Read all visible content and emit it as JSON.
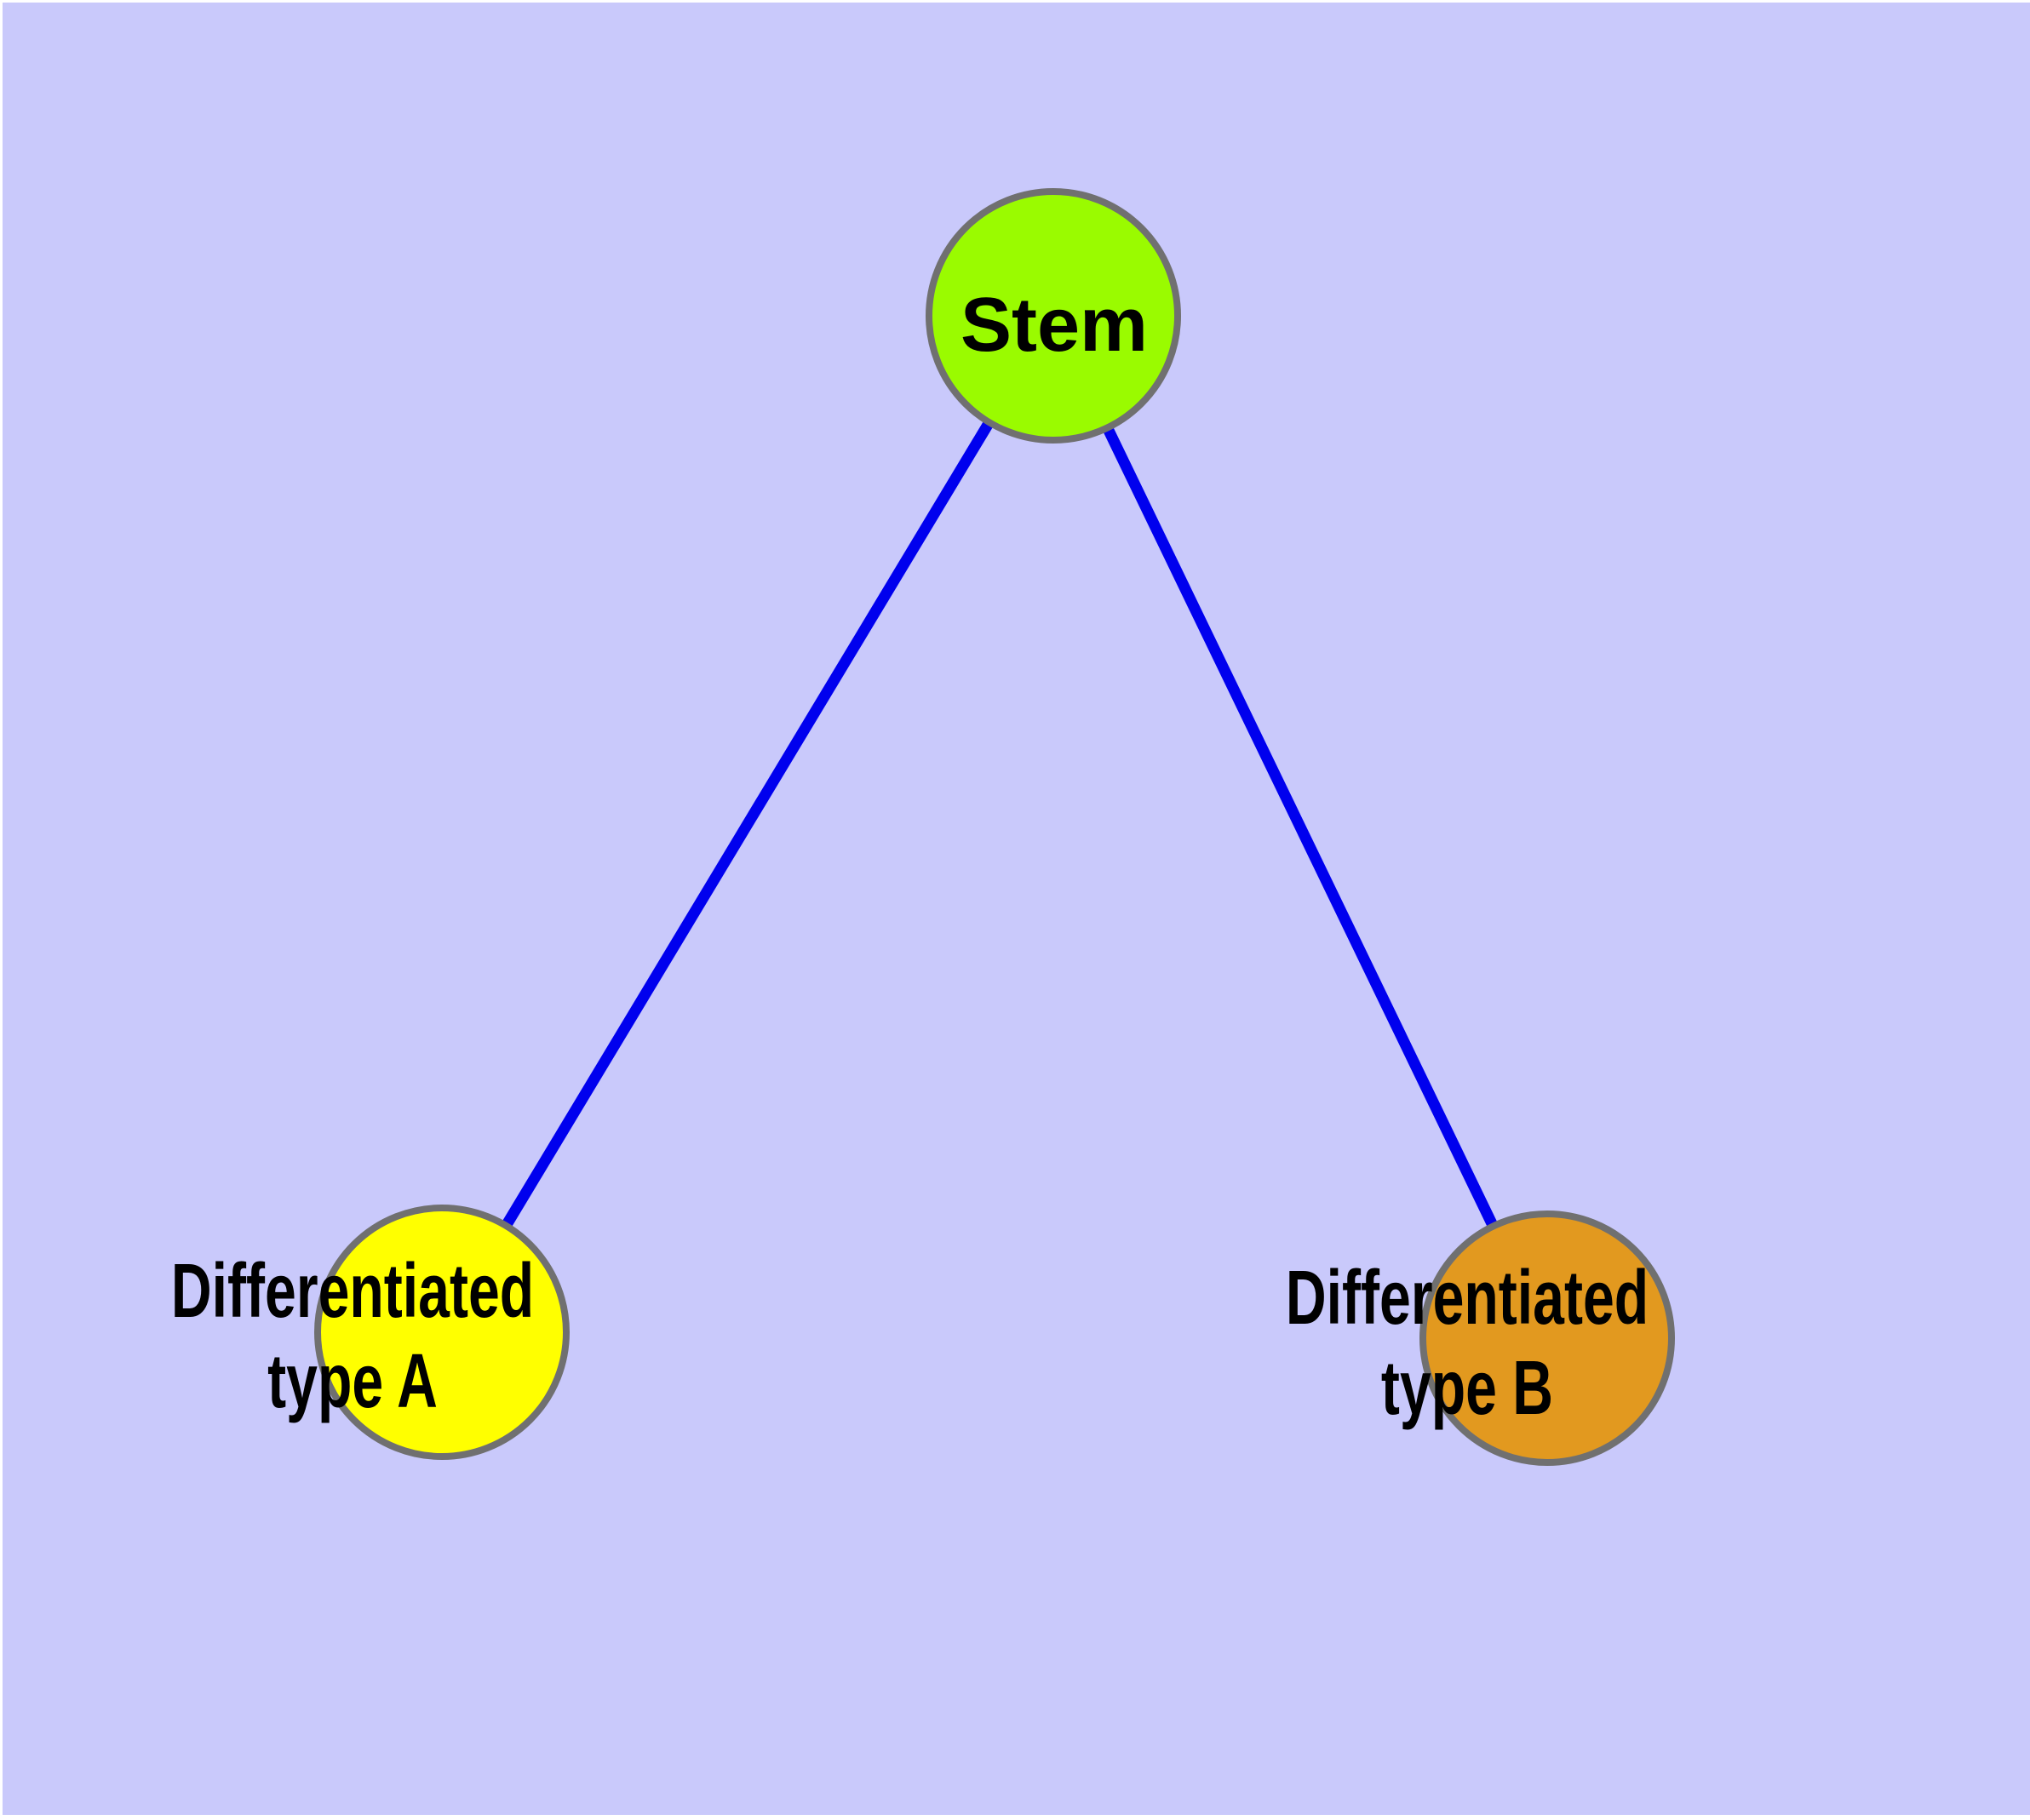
{
  "diagram": {
    "background_color": "#c9c9fb",
    "page_color": "#ffffff",
    "node_border_color": "#707070",
    "edge_color": "#0000ee",
    "label_color": "#000000",
    "nodes": [
      {
        "id": "stem",
        "label": "Stem",
        "label_line1": "Stem",
        "label_line2": "",
        "fill": "#9afb00"
      },
      {
        "id": "type-a",
        "label": "Differentiated type A",
        "label_line1": "Differentiated",
        "label_line2": "type A",
        "fill": "#ffff00"
      },
      {
        "id": "type-b",
        "label": "Differentiated type B",
        "label_line1": "Differentiated",
        "label_line2": "type B",
        "fill": "#e2991f"
      }
    ],
    "edges": [
      {
        "from": "Stem",
        "to": "Differentiated type A"
      },
      {
        "from": "Stem",
        "to": "Differentiated type B"
      }
    ]
  }
}
